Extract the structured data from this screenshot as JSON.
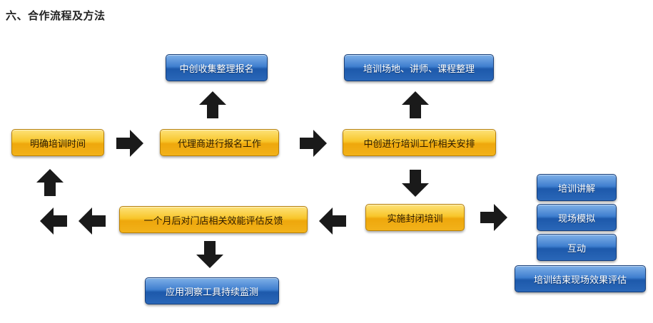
{
  "section_title": "六、合作流程及方法",
  "nodes": {
    "collect_report": "中创收集整理报名",
    "venue_lecturer_course": "培训场地、讲师、课程整理",
    "confirm_time": "明确培训时间",
    "agent_registration": "代理商进行报名工作",
    "arrange_training": "中创进行培训工作相关安排",
    "closed_training": "实施封闭培训",
    "monthly_evaluation": "一个月后对门店相关效能评估反馈",
    "tool_monitoring": "应用洞察工具持续监测",
    "explain": "培训讲解",
    "simulation": "现场模拟",
    "interaction": "互动",
    "post_evaluation": "培训结束现场效果评估"
  }
}
